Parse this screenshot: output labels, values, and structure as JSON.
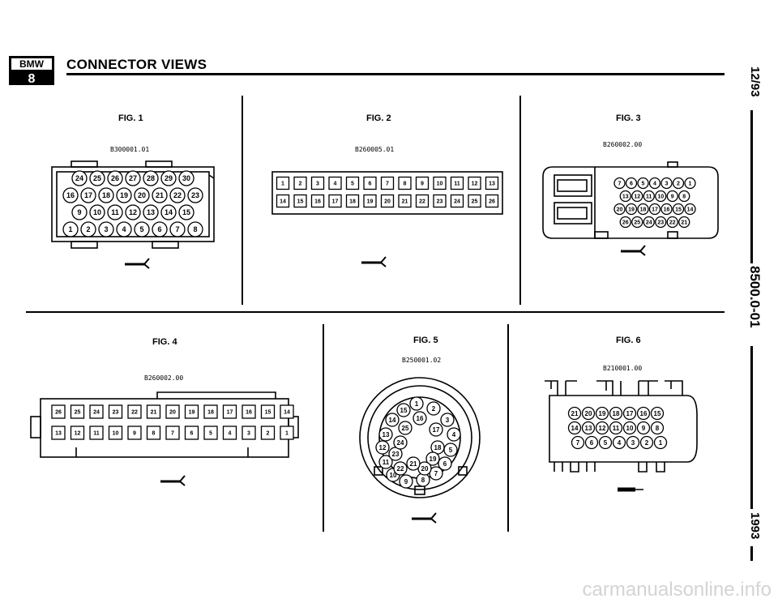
{
  "header": {
    "logo_brand": "BMW",
    "logo_series": "8",
    "title": "CONNECTOR VIEWS"
  },
  "side": {
    "date": "12/93",
    "section": "8500.0-01",
    "year": "1993"
  },
  "figures": [
    {
      "label": "FIG. 1",
      "code": "B300001.01"
    },
    {
      "label": "FIG. 2",
      "code": "B260005.01"
    },
    {
      "label": "FIG. 3",
      "code": "B260002.00"
    },
    {
      "label": "FIG. 4",
      "code": "B260002.00"
    },
    {
      "label": "FIG. 5",
      "code": "B250001.02"
    },
    {
      "label": "FIG. 6",
      "code": "B210001.00"
    }
  ],
  "fig1_rows": [
    [
      "24",
      "25",
      "26",
      "27",
      "28",
      "29",
      "30"
    ],
    [
      "16",
      "17",
      "18",
      "19",
      "20",
      "21",
      "22",
      "23"
    ],
    [
      "9",
      "10",
      "11",
      "12",
      "13",
      "14",
      "15"
    ],
    [
      "1",
      "2",
      "3",
      "4",
      "5",
      "6",
      "7",
      "8"
    ]
  ],
  "fig2_rows": [
    [
      "1",
      "2",
      "3",
      "4",
      "5",
      "6",
      "7",
      "8",
      "9",
      "10",
      "11",
      "12",
      "13"
    ],
    [
      "14",
      "15",
      "16",
      "17",
      "18",
      "19",
      "20",
      "21",
      "22",
      "23",
      "24",
      "25",
      "26"
    ]
  ],
  "fig3_rows": [
    [
      "7",
      "6",
      "5",
      "4",
      "3",
      "2",
      "1"
    ],
    [
      "13",
      "12",
      "11",
      "10",
      "9",
      "8"
    ],
    [
      "20",
      "19",
      "18",
      "17",
      "16",
      "15",
      "14"
    ],
    [
      "26",
      "25",
      "24",
      "23",
      "22",
      "21"
    ]
  ],
  "fig4_rows": [
    [
      "26",
      "25",
      "24",
      "23",
      "22",
      "21",
      "20",
      "19",
      "18",
      "17",
      "16",
      "15",
      "14"
    ],
    [
      "13",
      "12",
      "11",
      "10",
      "9",
      "8",
      "7",
      "6",
      "5",
      "4",
      "3",
      "2",
      "1"
    ]
  ],
  "fig5_pins": [
    "1",
    "2",
    "3",
    "4",
    "5",
    "6",
    "7",
    "8",
    "9",
    "10",
    "11",
    "12",
    "13",
    "14",
    "15",
    "16",
    "17",
    "18",
    "19",
    "20",
    "21",
    "22",
    "23",
    "24",
    "25"
  ],
  "fig6_rows": [
    [
      "21",
      "20",
      "19",
      "18",
      "17",
      "16",
      "15"
    ],
    [
      "14",
      "13",
      "12",
      "11",
      "10",
      "9",
      "8"
    ],
    [
      "7",
      "6",
      "5",
      "4",
      "3",
      "2",
      "1"
    ]
  ],
  "watermark": "carmanualsonline.info"
}
